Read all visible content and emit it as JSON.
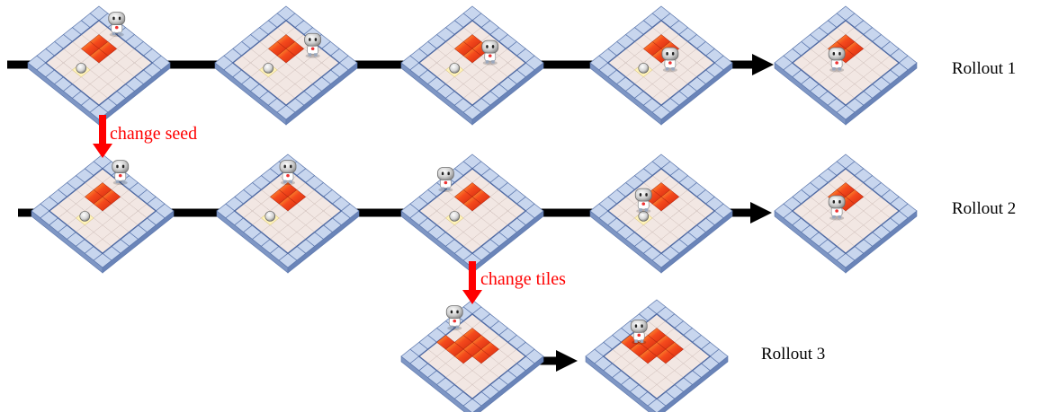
{
  "rollouts": [
    {
      "label": "Rollout 1",
      "frames": [
        {
          "robot": [
            0,
            2
          ],
          "lava": [
            [
              2,
              2
            ],
            [
              2,
              3
            ],
            [
              3,
              2
            ],
            [
              3,
              3
            ]
          ],
          "ball": [
            5,
            3
          ]
        },
        {
          "robot": [
            1,
            4
          ],
          "lava": [
            [
              2,
              2
            ],
            [
              2,
              3
            ],
            [
              3,
              2
            ],
            [
              3,
              3
            ]
          ],
          "ball": [
            5,
            3
          ]
        },
        {
          "robot": [
            2,
            4
          ],
          "lava": [
            [
              2,
              2
            ],
            [
              2,
              3
            ],
            [
              3,
              2
            ],
            [
              3,
              3
            ]
          ],
          "ball": [
            5,
            3
          ]
        },
        {
          "robot": [
            3,
            4
          ],
          "lava": [
            [
              2,
              2
            ],
            [
              2,
              3
            ],
            [
              3,
              2
            ],
            [
              3,
              3
            ]
          ],
          "ball": [
            5,
            3
          ]
        },
        {
          "robot": [
            4,
            3
          ],
          "lava": [
            [
              2,
              2
            ],
            [
              2,
              3
            ],
            [
              3,
              2
            ],
            [
              3,
              3
            ]
          ],
          "ball": null
        }
      ]
    },
    {
      "label": "Rollout 2",
      "frames": [
        {
          "robot": [
            0,
            2
          ],
          "lava": [
            [
              2,
              2
            ],
            [
              2,
              3
            ],
            [
              3,
              2
            ],
            [
              3,
              3
            ]
          ],
          "ball": [
            5,
            3
          ]
        },
        {
          "robot": [
            1,
            1
          ],
          "lava": [
            [
              2,
              2
            ],
            [
              2,
              3
            ],
            [
              3,
              2
            ],
            [
              3,
              3
            ]
          ],
          "ball": [
            5,
            3
          ]
        },
        {
          "robot": [
            3,
            0
          ],
          "lava": [
            [
              2,
              2
            ],
            [
              2,
              3
            ],
            [
              3,
              2
            ],
            [
              3,
              3
            ]
          ],
          "ball": [
            5,
            3
          ]
        },
        {
          "robot": [
            4,
            2
          ],
          "lava": [
            [
              2,
              2
            ],
            [
              2,
              3
            ],
            [
              3,
              2
            ],
            [
              3,
              3
            ]
          ],
          "ball": [
            5,
            3
          ]
        },
        {
          "robot": [
            4,
            3
          ],
          "lava": [
            [
              2,
              2
            ],
            [
              2,
              3
            ],
            [
              3,
              2
            ],
            [
              3,
              3
            ]
          ],
          "ball": null
        }
      ]
    },
    {
      "label": "Rollout 3",
      "frames": [
        {
          "robot": [
            2,
            0
          ],
          "lava": [
            [
              2,
              2
            ],
            [
              2,
              3
            ],
            [
              2,
              4
            ],
            [
              3,
              2
            ],
            [
              3,
              3
            ],
            [
              3,
              4
            ],
            [
              4,
              1
            ],
            [
              4,
              2
            ],
            [
              4,
              3
            ]
          ],
          "ball": null
        },
        {
          "robot": [
            3,
            1
          ],
          "lava": [
            [
              2,
              2
            ],
            [
              2,
              3
            ],
            [
              2,
              4
            ],
            [
              3,
              2
            ],
            [
              3,
              3
            ],
            [
              3,
              4
            ],
            [
              4,
              1
            ],
            [
              4,
              2
            ],
            [
              4,
              3
            ]
          ],
          "ball": null
        }
      ]
    }
  ],
  "annotations": {
    "change_seed": "change seed",
    "change_tiles": "change tiles"
  },
  "colors": {
    "tile_top": "#c8d6ee",
    "tile_side": "#7e96c4",
    "tile_edge": "#5c77ad",
    "floor": "#f2e7e3",
    "lava": "#f44a1c",
    "lava_hi": "#ffb13b",
    "arrow_main": "#000000",
    "arrow_change": "#ff0000",
    "robot": "#a9a9a9"
  }
}
